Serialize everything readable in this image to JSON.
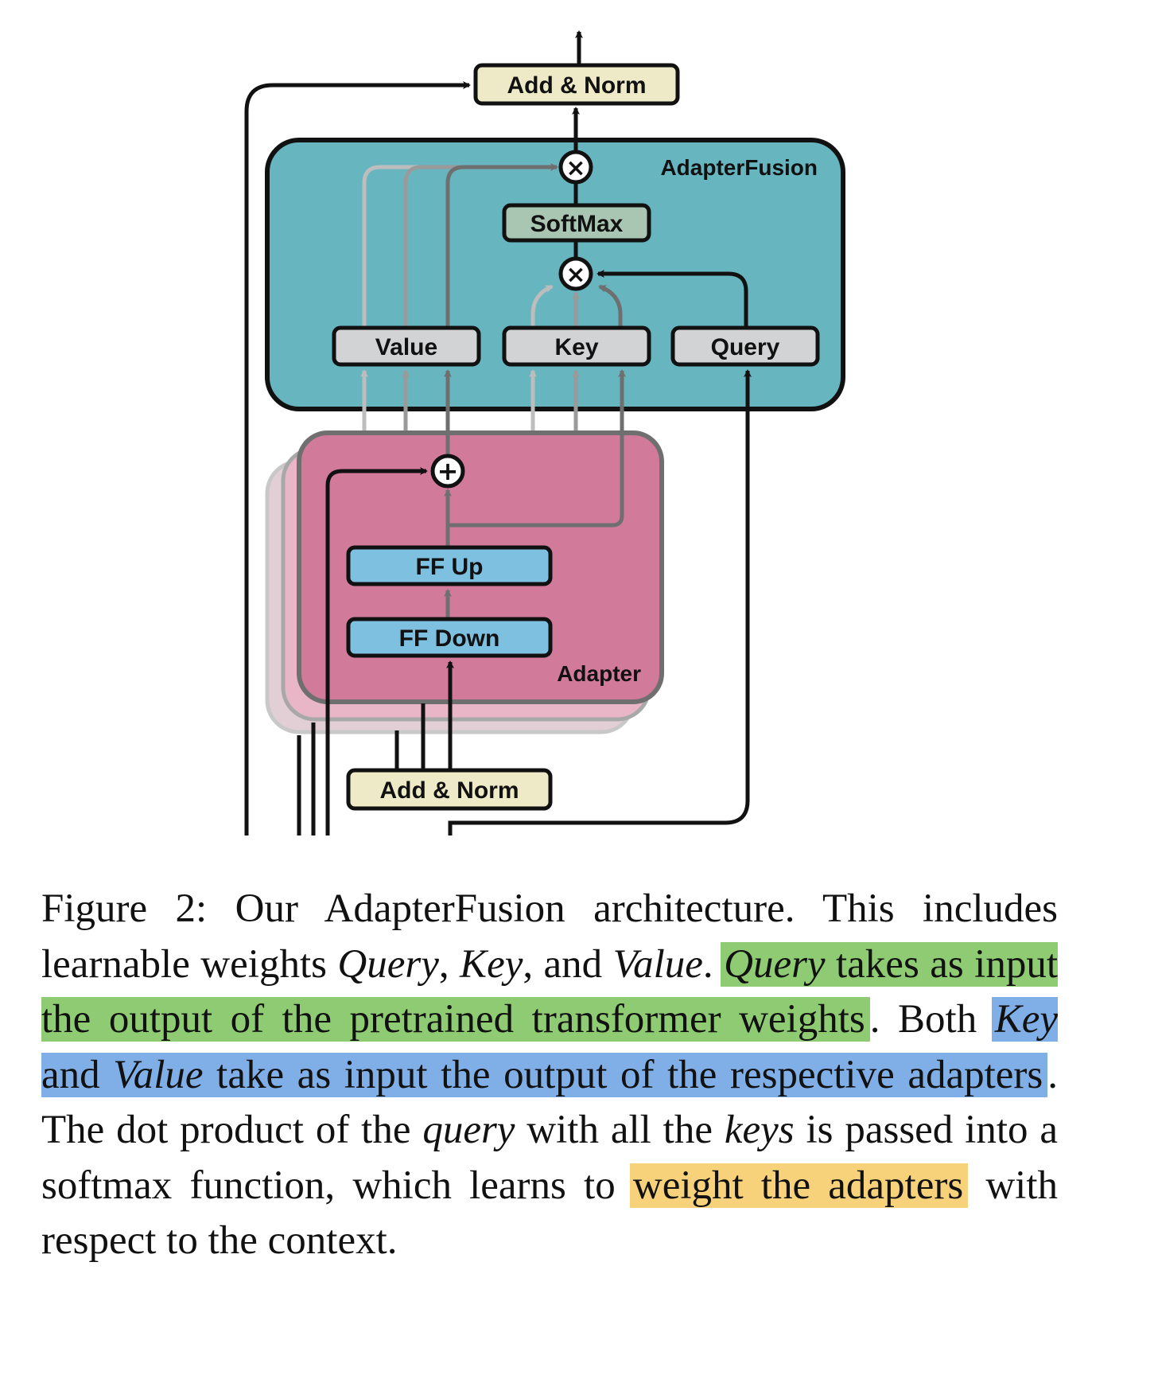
{
  "diagram": {
    "top_add_norm": "Add & Norm",
    "bottom_add_norm": "Add & Norm",
    "fusion_label": "AdapterFusion",
    "softmax": "SoftMax",
    "value": "Value",
    "key": "Key",
    "query": "Query",
    "adapter_label": "Adapter",
    "ff_up": "FF Up",
    "ff_down": "FF Down",
    "times_symbol": "×",
    "plus_symbol": "+",
    "colors": {
      "fusion_fill": "#66b5bf",
      "adapter_fill": "#d27a9a",
      "adapter_shadow_1": "#e8b6c7",
      "adapter_shadow_2": "#e2cfd6",
      "add_norm_fill": "#eeeac8",
      "softmax_fill": "#a9c6b2",
      "kqv_fill": "#d2d3d4",
      "ff_fill": "#7ec0e0"
    }
  },
  "caption": {
    "s1": "Figure 2:  Our AdapterFusion architecture.  This includes learnable weights ",
    "s1_query": "Query",
    "s1_comma1": ", ",
    "s1_key": "Key",
    "s1_and": ", and ",
    "s1_value": "Value",
    "s1_period": ". ",
    "hl_green_query": "Query",
    "hl_green_rest": " takes as input the output of the pretrained transformer weights",
    "s2": ".  Both ",
    "hl_blue_key": "Key",
    "hl_blue_and": " and ",
    "hl_blue_value": "Value",
    "hl_blue_rest": " take as input the output of the respective adapters",
    "s3": ". The dot product of the ",
    "s3_query": "query",
    "s3_with": " with all the ",
    "s3_keys": "keys",
    "s3_rest": " is passed into a softmax function, which learns to ",
    "hl_yellow": "weight the adapters",
    "s4": " with respect to the context."
  }
}
